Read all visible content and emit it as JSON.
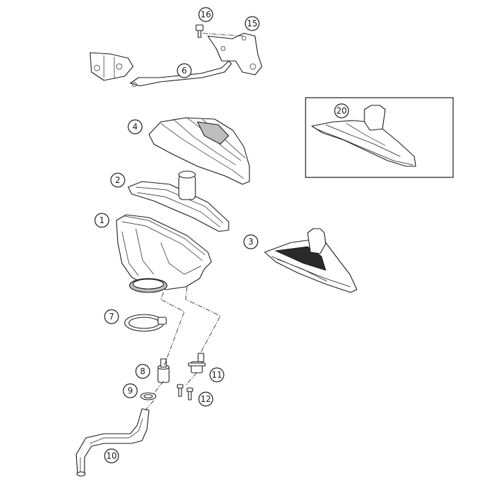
{
  "callouts": {
    "c1": "1",
    "c2": "2",
    "c3": "3",
    "c4": "4",
    "c6": "6",
    "c7": "7",
    "c8": "8",
    "c9": "9",
    "c10": "10",
    "c11": "11",
    "c12": "12",
    "c15": "15",
    "c16": "16",
    "c20": "20"
  },
  "colors": {
    "line": "#1a1a1a",
    "background": "#ffffff",
    "shade": "#bdbdbd"
  }
}
